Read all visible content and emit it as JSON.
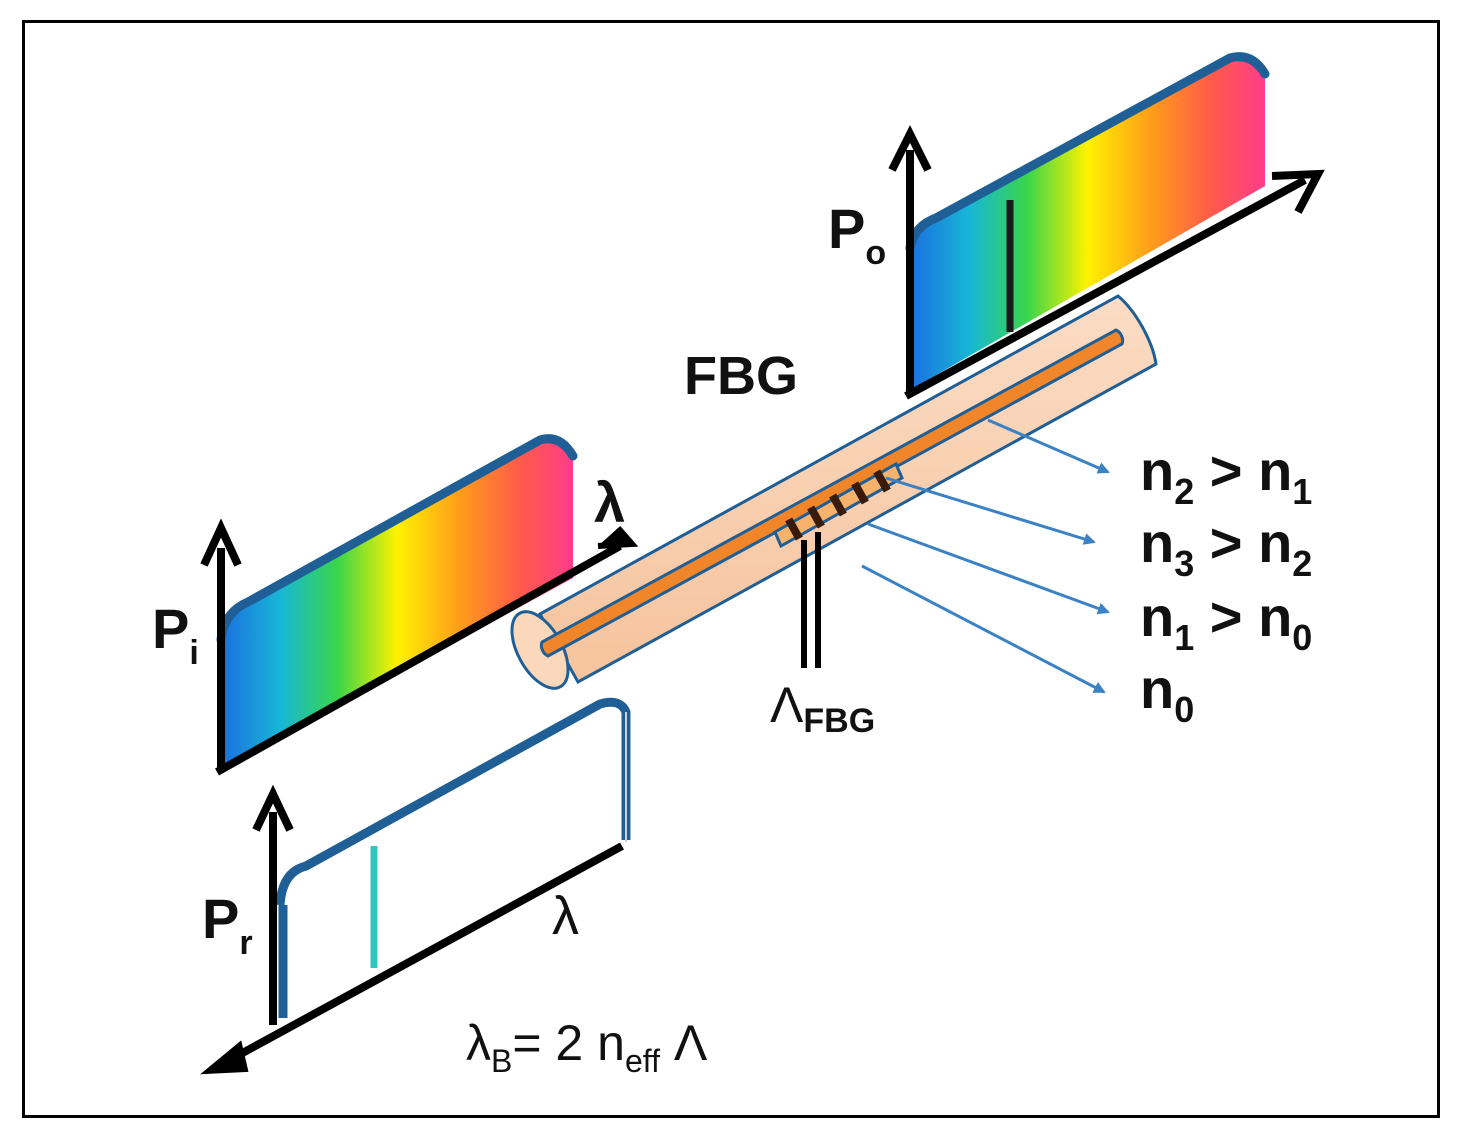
{
  "labels": {
    "fbg": "FBG",
    "lambda_top": "λ",
    "lambda_bottom": "λ",
    "period_symbol": "Λ",
    "period_sub": "FBG",
    "Pi": {
      "main": "P",
      "sub": "i"
    },
    "Po": {
      "main": "P",
      "sub": "o"
    },
    "Pr": {
      "main": "P",
      "sub": "r"
    }
  },
  "indices": [
    {
      "a": "n",
      "a_sub": "2",
      "op": " > ",
      "b": "n",
      "b_sub": "1"
    },
    {
      "a": "n",
      "a_sub": "3",
      "op": " > ",
      "b": "n",
      "b_sub": "2"
    },
    {
      "a": "n",
      "a_sub": "1",
      "op": " > ",
      "b": "n",
      "b_sub": "0"
    },
    {
      "a": "n",
      "a_sub": "0",
      "op": "",
      "b": "",
      "b_sub": ""
    }
  ],
  "equation": {
    "lam": "λ",
    "lam_sub": "B",
    "rest": "= 2 n",
    "neff_sub": "eff",
    "end": " Λ"
  },
  "colors": {
    "fiber_cladding": "#f9cfae",
    "fiber_core": "#f0852a",
    "outline_blue": "#1f5f96",
    "arrow_blue": "#3b82c4",
    "reflected_line": "#2ec7c0"
  }
}
